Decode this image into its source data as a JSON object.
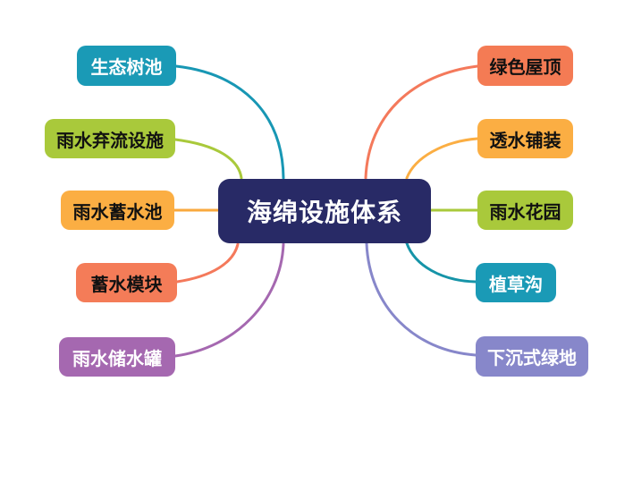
{
  "diagram_title": "海绵设施体系",
  "center": {
    "label": "海绵设施体系",
    "bg": "#282A66",
    "text_color": "#FFFFFF"
  },
  "left_branches": [
    {
      "label": "生态树池",
      "bg": "#1A9AB6",
      "text_color": "#FFFFFF"
    },
    {
      "label": "雨水弃流设施",
      "bg": "#A9C93B",
      "text_color": "#111111"
    },
    {
      "label": "雨水蓄水池",
      "bg": "#FBAE43",
      "text_color": "#111111"
    },
    {
      "label": "蓄水模块",
      "bg": "#F47C58",
      "text_color": "#111111"
    },
    {
      "label": "雨水储水罐",
      "bg": "#A568B0",
      "text_color": "#FFFFFF"
    }
  ],
  "right_branches": [
    {
      "label": "绿色屋顶",
      "bg": "#F47B54",
      "text_color": "#111111"
    },
    {
      "label": "透水铺装",
      "bg": "#FBAE43",
      "text_color": "#111111"
    },
    {
      "label": "雨水花园",
      "bg": "#A9C93B",
      "text_color": "#111111"
    },
    {
      "label": "植草沟",
      "bg": "#1A9AB6",
      "text_color": "#FFFFFF"
    },
    {
      "label": "下沉式绿地",
      "bg": "#8787CA",
      "text_color": "#FFFFFF"
    }
  ],
  "connectors": [
    {
      "to": "生态树池",
      "color": "#1897B4"
    },
    {
      "to": "雨水弃流设施",
      "color": "#A9C93B"
    },
    {
      "to": "雨水蓄水池",
      "color": "#F9A93E"
    },
    {
      "to": "蓄水模块",
      "color": "#F4795B"
    },
    {
      "to": "雨水储水罐",
      "color": "#A568B0"
    },
    {
      "to": "绿色屋顶",
      "color": "#F4795B"
    },
    {
      "to": "透水铺装",
      "color": "#FBAE43"
    },
    {
      "to": "雨水花园",
      "color": "#A9C93B"
    },
    {
      "to": "植草沟",
      "color": "#1694A8"
    },
    {
      "to": "下沉式绿地",
      "color": "#8787CA"
    }
  ]
}
